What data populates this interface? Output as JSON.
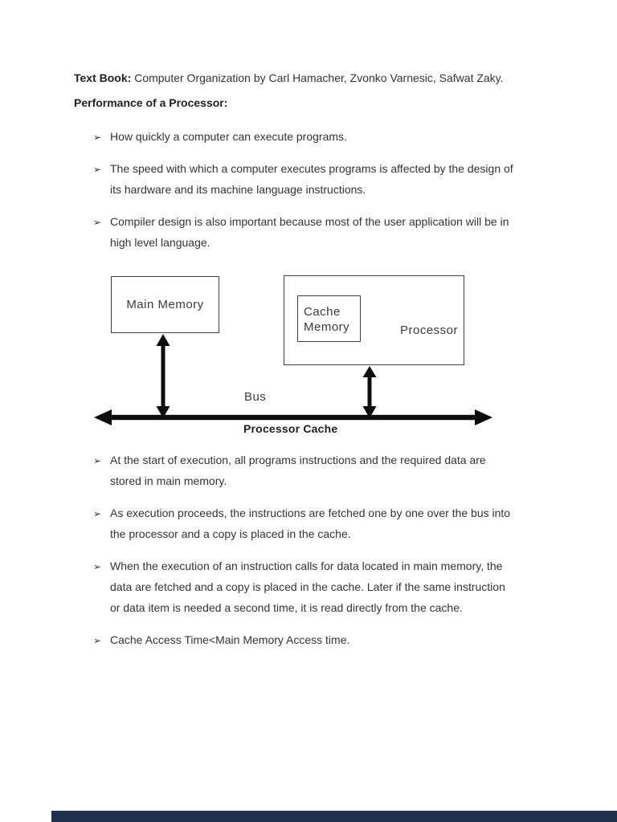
{
  "page": {
    "textbook_label": "Text Book:",
    "textbook_text": " Computer Organization by Carl Hamacher, Zvonko Varnesic, Safwat Zaky.",
    "heading": "Performance of a Processor:"
  },
  "glyphs": {
    "bullet": "➢"
  },
  "bullets_top": [
    {
      "text": "How quickly a computer can execute programs."
    },
    {
      "text": "The speed with which a computer executes programs is affected by the design of\nits hardware and its machine language instructions."
    },
    {
      "text": "Compiler design is also important because most of the user application will be in\nhigh level language."
    }
  ],
  "diagram": {
    "main_memory_label": "Main Memory",
    "cache_memory_label": "Cache\nMemory",
    "processor_label": "Processor",
    "bus_label": "Bus",
    "caption": "Processor Cache"
  },
  "bullets_bottom": [
    {
      "text": "At the start of execution, all programs instructions and the required data are\nstored in main memory."
    },
    {
      "text": "As execution proceeds, the instructions are fetched one by one over the bus into\nthe processor and a copy is placed in the cache."
    },
    {
      "text": "When the execution of an instruction calls for data located in main memory, the\ndata are fetched and a copy is placed in the cache. Later if the same instruction\nor data item is needed a second time, it is read directly from the cache."
    },
    {
      "text": "Cache Access Time<Main Memory Access time."
    }
  ],
  "colors": {
    "text": "#333333",
    "heading_text": "#1f1f1f",
    "box_border": "#3f3f3f",
    "arrow": "#0d0d0d",
    "footer_bar": "#20304f",
    "page_background": "#ffffff"
  }
}
